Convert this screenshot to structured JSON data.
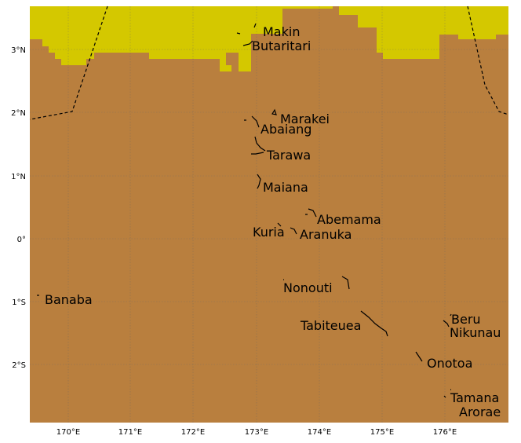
{
  "map": {
    "colors": {
      "land": "#b97f3e",
      "highlight": "#d4c800",
      "border": "#000000",
      "gridline": "#666666"
    },
    "lon_ticks": [
      "170°E",
      "171°E",
      "172°E",
      "173°E",
      "174°E",
      "175°E",
      "176°E"
    ],
    "lat_ticks": [
      "3°N",
      "2°N",
      "1°N",
      "0°",
      "1°S",
      "2°S"
    ],
    "places": [
      {
        "name": "Makin"
      },
      {
        "name": "Butaritari"
      },
      {
        "name": "Marakei"
      },
      {
        "name": "Abaiang"
      },
      {
        "name": "Tarawa"
      },
      {
        "name": "Maiana"
      },
      {
        "name": "Abemama"
      },
      {
        "name": "Kuria"
      },
      {
        "name": "Aranuka"
      },
      {
        "name": "Nonouti"
      },
      {
        "name": "Banaba"
      },
      {
        "name": "Beru"
      },
      {
        "name": "Tabiteuea"
      },
      {
        "name": "Nikunau"
      },
      {
        "name": "Onotoa"
      },
      {
        "name": "Tamana"
      },
      {
        "name": "Arorae"
      }
    ]
  }
}
